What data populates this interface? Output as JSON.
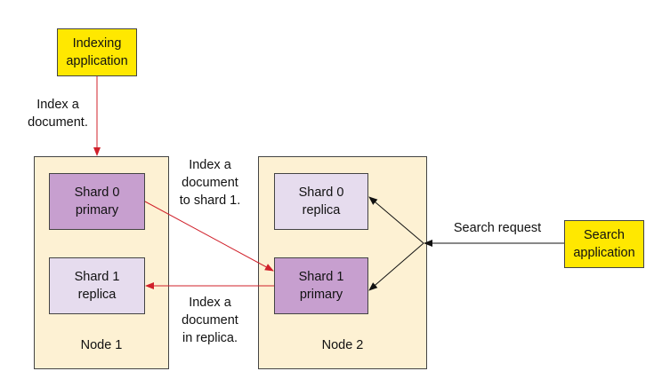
{
  "indexing_app": {
    "line1": "Indexing",
    "line2": "application"
  },
  "search_app": {
    "line1": "Search",
    "line2": "application"
  },
  "node1": {
    "label": "Node 1"
  },
  "node2": {
    "label": "Node 2"
  },
  "node1_shard0": {
    "line1": "Shard 0",
    "line2": "primary"
  },
  "node1_shard1": {
    "line1": "Shard 1",
    "line2": "replica"
  },
  "node2_shard0": {
    "line1": "Shard 0",
    "line2": "replica"
  },
  "node2_shard1": {
    "line1": "Shard 1",
    "line2": "primary"
  },
  "labels": {
    "index_doc": [
      "Index a",
      "document."
    ],
    "index_shard1": [
      "Index a",
      "document",
      "to shard 1."
    ],
    "index_replica": [
      "Index a",
      "document",
      "in replica."
    ],
    "search_request": "Search request"
  },
  "colors": {
    "app": "#ffe800",
    "node": "#fdf1d3",
    "primary": "#c79fcf",
    "replica": "#e6dcee",
    "red_arrow": "#d0202a",
    "black_arrow": "#111111"
  }
}
